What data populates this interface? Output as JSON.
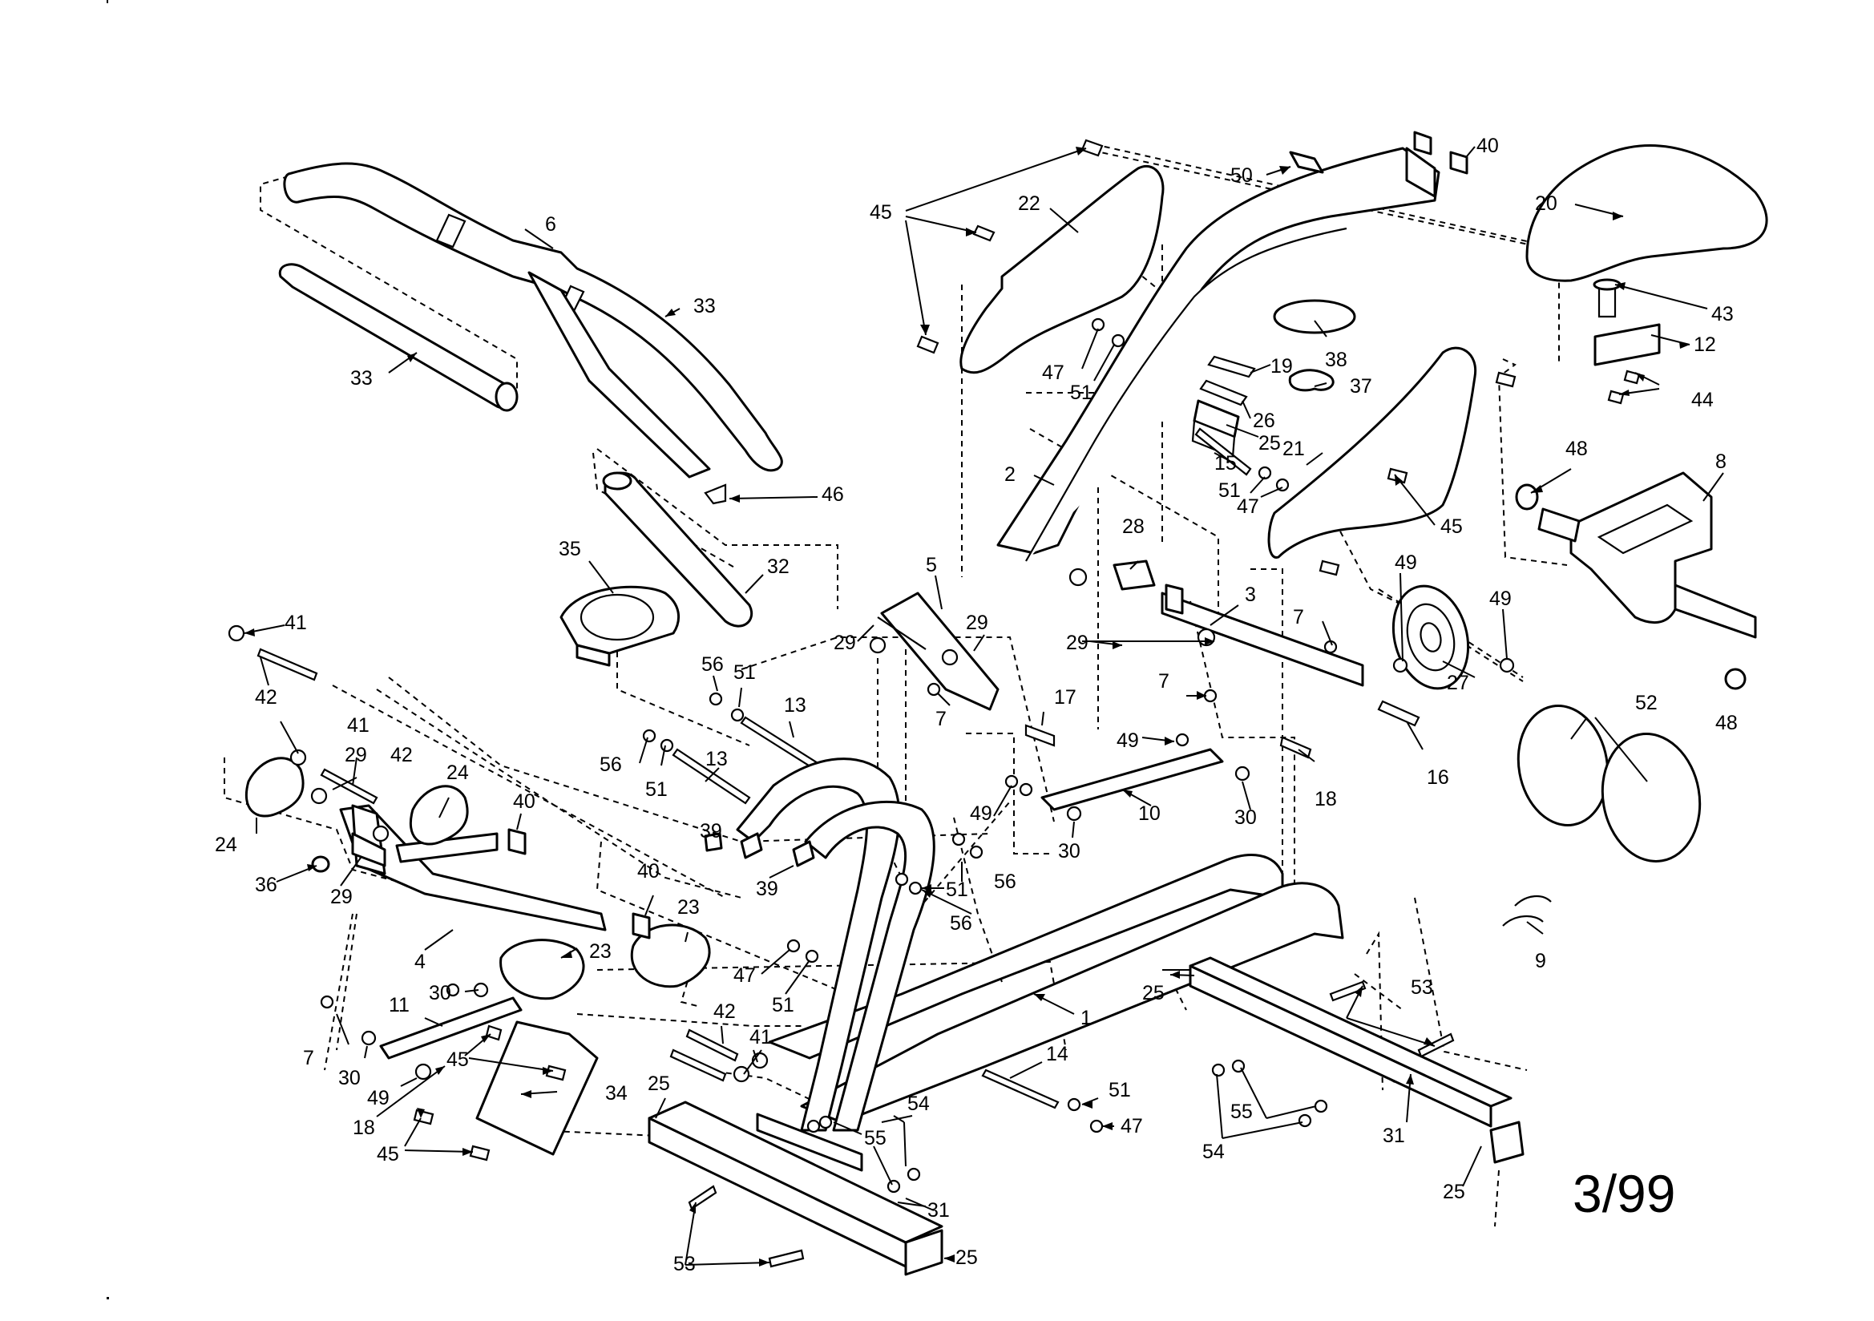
{
  "diagram": {
    "date_code": "3/99",
    "callouts": [
      {
        "id": "c-40a",
        "label": "40"
      },
      {
        "id": "c-50",
        "label": "50"
      },
      {
        "id": "c-45a",
        "label": "45"
      },
      {
        "id": "c-22",
        "label": "22"
      },
      {
        "id": "c-6",
        "label": "6"
      },
      {
        "id": "c-20",
        "label": "20"
      },
      {
        "id": "c-43",
        "label": "43"
      },
      {
        "id": "c-12",
        "label": "12"
      },
      {
        "id": "c-44",
        "label": "44"
      },
      {
        "id": "c-33a",
        "label": "33"
      },
      {
        "id": "c-33b",
        "label": "33"
      },
      {
        "id": "c-38",
        "label": "38"
      },
      {
        "id": "c-19",
        "label": "19"
      },
      {
        "id": "c-37",
        "label": "37"
      },
      {
        "id": "c-47a",
        "label": "47"
      },
      {
        "id": "c-51a",
        "label": "51"
      },
      {
        "id": "c-26",
        "label": "26"
      },
      {
        "id": "c-25a",
        "label": "25"
      },
      {
        "id": "c-48a",
        "label": "48"
      },
      {
        "id": "c-8",
        "label": "8"
      },
      {
        "id": "c-15",
        "label": "15"
      },
      {
        "id": "c-21",
        "label": "21"
      },
      {
        "id": "c-51b",
        "label": "51"
      },
      {
        "id": "c-47b",
        "label": "47"
      },
      {
        "id": "c-45b",
        "label": "45"
      },
      {
        "id": "c-2",
        "label": "2"
      },
      {
        "id": "c-46",
        "label": "46"
      },
      {
        "id": "c-28",
        "label": "28"
      },
      {
        "id": "c-49a",
        "label": "49"
      },
      {
        "id": "c-49b",
        "label": "49"
      },
      {
        "id": "c-35",
        "label": "35"
      },
      {
        "id": "c-32",
        "label": "32"
      },
      {
        "id": "c-5",
        "label": "5"
      },
      {
        "id": "c-3",
        "label": "3"
      },
      {
        "id": "c-41a",
        "label": "41"
      },
      {
        "id": "c-29a",
        "label": "29"
      },
      {
        "id": "c-29b",
        "label": "29"
      },
      {
        "id": "c-29c",
        "label": "29"
      },
      {
        "id": "c-7a",
        "label": "7"
      },
      {
        "id": "c-27",
        "label": "27"
      },
      {
        "id": "c-42a",
        "label": "42"
      },
      {
        "id": "c-56a",
        "label": "56"
      },
      {
        "id": "c-51c",
        "label": "51"
      },
      {
        "id": "c-13a",
        "label": "13"
      },
      {
        "id": "c-7b",
        "label": "7"
      },
      {
        "id": "c-48b",
        "label": "48"
      },
      {
        "id": "c-7c",
        "label": "7"
      },
      {
        "id": "c-17",
        "label": "17"
      },
      {
        "id": "c-52",
        "label": "52"
      },
      {
        "id": "c-16",
        "label": "16"
      },
      {
        "id": "c-41b",
        "label": "41"
      },
      {
        "id": "c-29d",
        "label": "29"
      },
      {
        "id": "c-42b",
        "label": "42"
      },
      {
        "id": "c-56b",
        "label": "56"
      },
      {
        "id": "c-49c",
        "label": "49"
      },
      {
        "id": "c-24a",
        "label": "24"
      },
      {
        "id": "c-51d",
        "label": "51"
      },
      {
        "id": "c-13b",
        "label": "13"
      },
      {
        "id": "c-18a",
        "label": "18"
      },
      {
        "id": "c-40b",
        "label": "40"
      },
      {
        "id": "c-10",
        "label": "10"
      },
      {
        "id": "c-49d",
        "label": "49"
      },
      {
        "id": "c-30a",
        "label": "30"
      },
      {
        "id": "c-24b",
        "label": "24"
      },
      {
        "id": "c-39a",
        "label": "39"
      },
      {
        "id": "c-30b",
        "label": "30"
      },
      {
        "id": "c-36",
        "label": "36"
      },
      {
        "id": "c-29e",
        "label": "29"
      },
      {
        "id": "c-39b",
        "label": "39"
      },
      {
        "id": "c-51e",
        "label": "51"
      },
      {
        "id": "c-56c",
        "label": "56"
      },
      {
        "id": "c-56d",
        "label": "56"
      },
      {
        "id": "c-40c",
        "label": "40"
      },
      {
        "id": "c-23a",
        "label": "23"
      },
      {
        "id": "c-9",
        "label": "9"
      },
      {
        "id": "c-4",
        "label": "4"
      },
      {
        "id": "c-23b",
        "label": "23"
      },
      {
        "id": "c-47c",
        "label": "47"
      },
      {
        "id": "c-30c",
        "label": "30"
      },
      {
        "id": "c-51f",
        "label": "51"
      },
      {
        "id": "c-11",
        "label": "11"
      },
      {
        "id": "c-1",
        "label": "1"
      },
      {
        "id": "c-25b",
        "label": "25"
      },
      {
        "id": "c-53a",
        "label": "53"
      },
      {
        "id": "c-42c",
        "label": "42"
      },
      {
        "id": "c-45c",
        "label": "45"
      },
      {
        "id": "c-41c",
        "label": "41"
      },
      {
        "id": "c-7d",
        "label": "7"
      },
      {
        "id": "c-30d",
        "label": "30"
      },
      {
        "id": "c-14",
        "label": "14"
      },
      {
        "id": "c-49e",
        "label": "49"
      },
      {
        "id": "c-34",
        "label": "34"
      },
      {
        "id": "c-18b",
        "label": "18"
      },
      {
        "id": "c-51g",
        "label": "51"
      },
      {
        "id": "c-25c",
        "label": "25"
      },
      {
        "id": "c-54a",
        "label": "54"
      },
      {
        "id": "c-55a",
        "label": "55"
      },
      {
        "id": "c-47d",
        "label": "47"
      },
      {
        "id": "c-45d",
        "label": "45"
      },
      {
        "id": "c-55b",
        "label": "55"
      },
      {
        "id": "c-54b",
        "label": "54"
      },
      {
        "id": "c-31a",
        "label": "31"
      },
      {
        "id": "c-31b",
        "label": "31"
      },
      {
        "id": "c-53b",
        "label": "53"
      },
      {
        "id": "c-25d",
        "label": "25"
      },
      {
        "id": "c-25e",
        "label": "25"
      }
    ]
  }
}
